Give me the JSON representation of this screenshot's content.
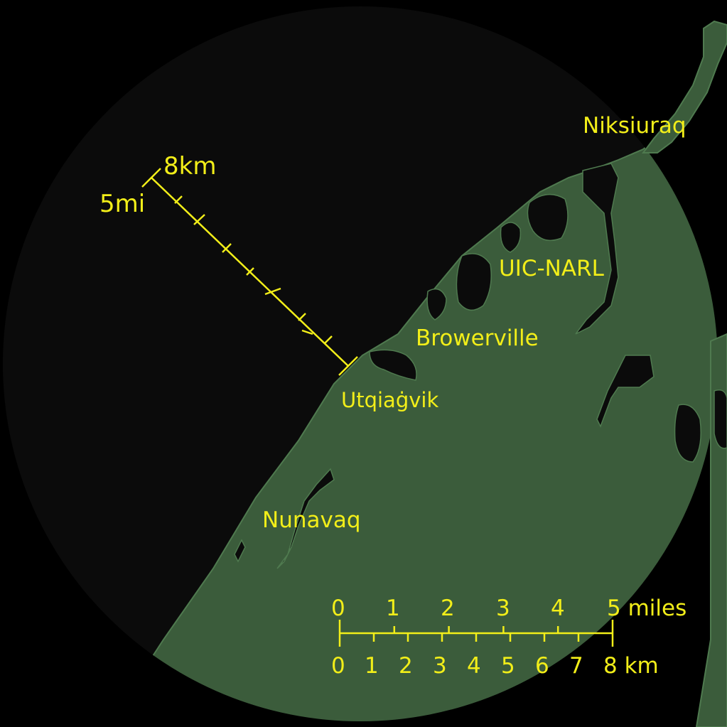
{
  "map": {
    "colors": {
      "background": "#000000",
      "water": "#0b0b0b",
      "land": "#3b5c3b",
      "land_edge": "#4f7a4f",
      "label": "#f2ee19"
    },
    "places": {
      "niksiuraq": "Niksiuraq",
      "uic_narl": "UIC-NARL",
      "browerville": "Browerville",
      "utqiagvik": "Utqiaġvik",
      "nunavaq": "Nunavaq"
    },
    "radial_scale": {
      "km_label": "8km",
      "mi_label": "5mi"
    },
    "scale_bar": {
      "miles_ticks": [
        "0",
        "1",
        "2",
        "3",
        "4"
      ],
      "miles_last": "5 miles",
      "km_ticks": [
        "0",
        "1",
        "2",
        "3",
        "4",
        "5",
        "6",
        "7",
        "8 km"
      ]
    }
  }
}
